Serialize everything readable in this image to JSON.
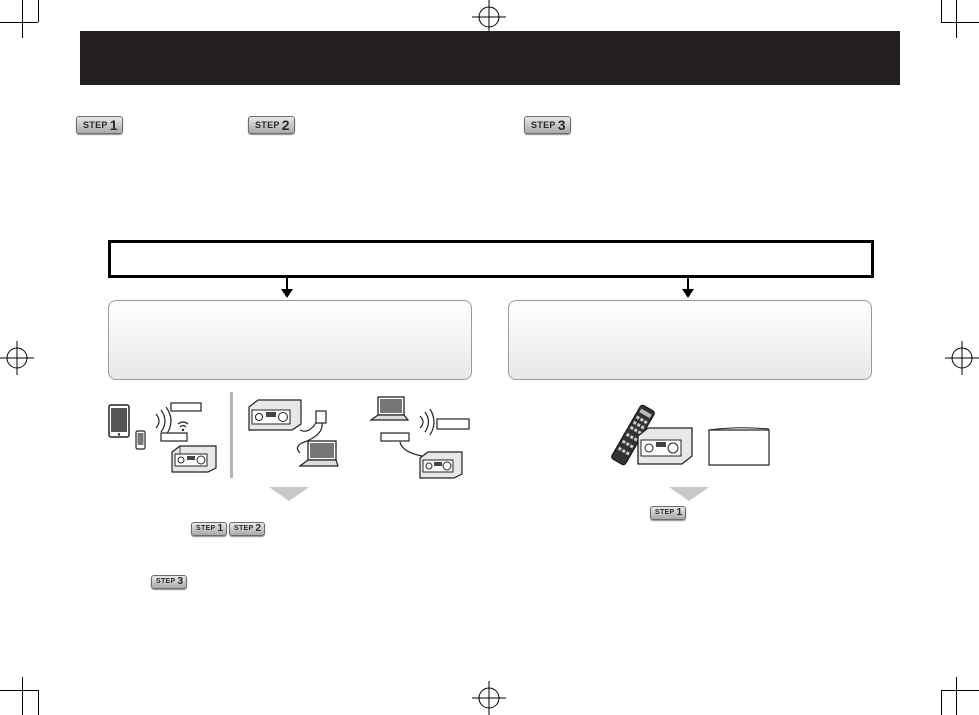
{
  "steps": {
    "top": [
      {
        "label": "STEP",
        "number": "1"
      },
      {
        "label": "STEP",
        "number": "2"
      },
      {
        "label": "STEP",
        "number": "3"
      }
    ],
    "left_refs": [
      {
        "label": "STEP",
        "number": "1"
      },
      {
        "label": "STEP",
        "number": "2"
      },
      {
        "label": "STEP",
        "number": "3"
      }
    ],
    "right_refs": [
      {
        "label": "STEP",
        "number": "1"
      }
    ]
  },
  "colors": {
    "header_bar": "#231f20",
    "arrow": "#000000",
    "flow_triangle": "#c8c8c8",
    "divider": "#b5b5b5"
  },
  "icons": {
    "left": [
      "tablet-icon",
      "smartphone-icon",
      "wireless-router-icon",
      "av-receiver-icon",
      "laptop-icon",
      "network-adapter-icon"
    ],
    "right": [
      "remote-control-icon",
      "av-receiver-icon",
      "manual-booklet-icon"
    ]
  }
}
